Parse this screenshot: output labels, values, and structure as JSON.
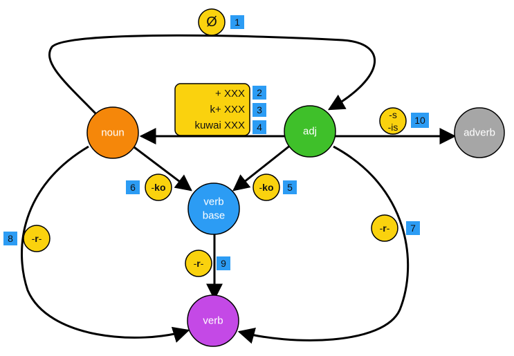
{
  "colors": {
    "noun": "#F5870A",
    "adj": "#3FC02A",
    "adverb": "#A6A6A6",
    "verb_base": "#2C9CF4",
    "verb": "#C449E6",
    "badge": "#FAD20E",
    "number_tag": "#2C9CF4",
    "edge": "#000000"
  },
  "nodes": {
    "noun": "noun",
    "adj": "adj",
    "adverb": "adverb",
    "verb_base_line1": "verb",
    "verb_base_line2": "base",
    "verb": "verb"
  },
  "suffixes": {
    "null": "Ø",
    "adj_to_noun": [
      "+ XXX",
      "k+ XXX",
      "kuwai XXX"
    ],
    "adv_s": "-s",
    "adv_is": "-is",
    "ko_prefix": "-",
    "ko_bold": "ko",
    "r_prefix": "-",
    "r_bold": "r",
    "r_suffix": "-"
  },
  "numbers": {
    "n1": "1",
    "n2": "2",
    "n3": "3",
    "n4": "4",
    "n5": "5",
    "n6": "6",
    "n7": "7",
    "n8": "8",
    "n9": "9",
    "n10": "10"
  }
}
